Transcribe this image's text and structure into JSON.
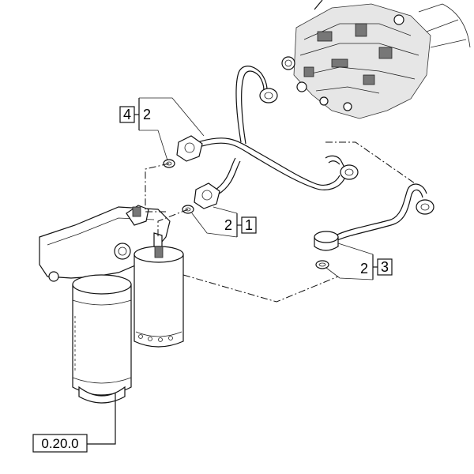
{
  "callouts": {
    "group_top": {
      "qty": "4",
      "part": "2"
    },
    "group_mid": {
      "part": "2",
      "qty": "1"
    },
    "group_right": {
      "part": "2",
      "qty": "3"
    }
  },
  "reference": {
    "label": "0.20.0"
  }
}
